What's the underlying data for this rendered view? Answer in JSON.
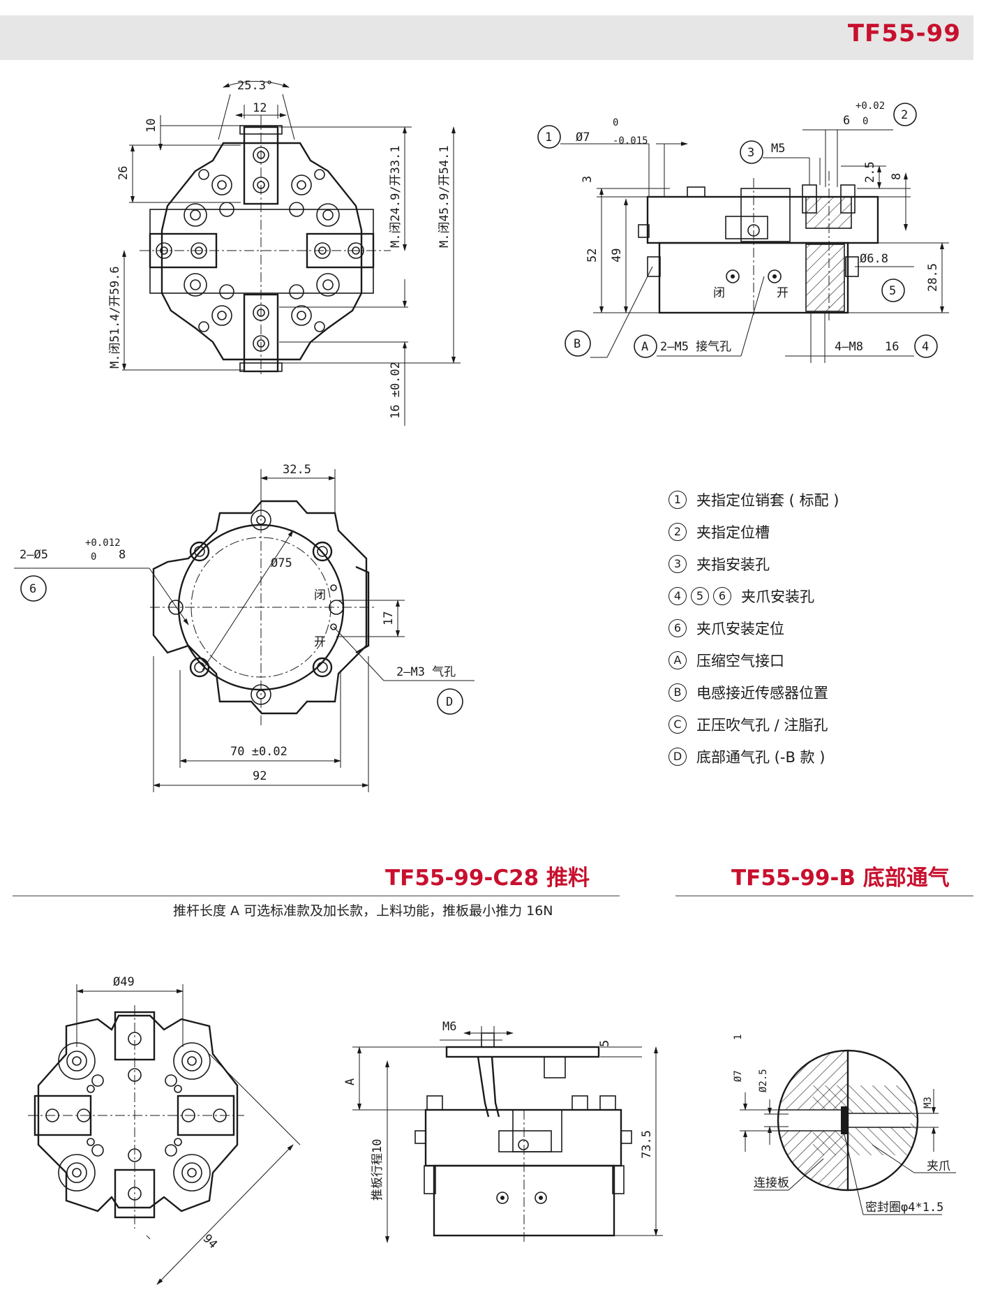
{
  "header": {
    "model": "TF55-99"
  },
  "legend": [
    {
      "marks": [
        "1"
      ],
      "text": "夹指定位销套 ( 标配 )"
    },
    {
      "marks": [
        "2"
      ],
      "text": "夹指定位槽"
    },
    {
      "marks": [
        "3"
      ],
      "text": "夹指安装孔"
    },
    {
      "marks": [
        "4",
        "5",
        "6"
      ],
      "text": "夹爪安装孔"
    },
    {
      "marks": [
        "6"
      ],
      "text": "夹爪安装定位"
    },
    {
      "marks": [
        "A"
      ],
      "text": "压缩空气接口"
    },
    {
      "marks": [
        "B"
      ],
      "text": "电感接近传感器位置"
    },
    {
      "marks": [
        "C"
      ],
      "text": "正压吹气孔 / 注脂孔"
    },
    {
      "marks": [
        "D"
      ],
      "text": "底部通气孔 (-B 款 )"
    }
  ],
  "sections": {
    "c28": {
      "title": "TF55-99-C28 推料",
      "desc": "推杆长度 A 可选标准款及加长款，上料功能，推板最小推力 16N"
    },
    "b": {
      "title": "TF55-99-B 底部通气"
    }
  },
  "dims": {
    "top_angle": "25.3°",
    "top_w12": "12",
    "top_10": "10",
    "top_26": "26",
    "top_m1": "M.闭24.9/开33.1",
    "top_m2": "M.闭45.9/开54.1",
    "top_m3": "M.闭51.4/开59.6",
    "top_16": "16 ±0.02",
    "side_c1": "1",
    "side_d7": "Ø7",
    "side_tol0": "0",
    "side_tol1": "-0.015",
    "side_c2": "2",
    "side_6": "6",
    "side_tolp": "+0.02",
    "side_tol0b": "0",
    "side_c3": "3",
    "side_m5": "M5",
    "side_3": "3",
    "side_25": "2.5",
    "side_8": "8",
    "side_52": "52",
    "side_49": "49",
    "side_d68": "Ø6.8",
    "side_285": "28.5",
    "side_c5": "5",
    "side_close": "闭",
    "side_open": "开",
    "side_cB": "B",
    "side_cA": "A",
    "side_air": "2—M5 接气孔",
    "side_m8": "4—M8",
    "side_16": "16",
    "side_c4": "4",
    "bot_325": "32.5",
    "bot_d5": "2—Ø5",
    "bot_tolp": "+0.012",
    "bot_tol0": "0",
    "bot_8": "8",
    "bot_c6": "6",
    "bot_d75": "Ø75",
    "bot_close": "闭",
    "bot_open": "开",
    "bot_17": "17",
    "bot_m3": "2—M3 气孔",
    "bot_cD": "D",
    "bot_70": "70 ±0.02",
    "bot_92": "92",
    "c28_d49": "Ø49",
    "c28_94": "94",
    "c28_m6": "M6",
    "c28_5": "5",
    "c28_A": "A",
    "c28_stroke": "推板行程10",
    "c28_735": "73.5",
    "b_d7": "Ø7",
    "b_1": "1",
    "b_d25": "Ø2.5",
    "b_m3": "M3",
    "b_jaw": "夹爪",
    "b_plate": "连接板",
    "b_seal": "密封圈φ4*1.5"
  }
}
